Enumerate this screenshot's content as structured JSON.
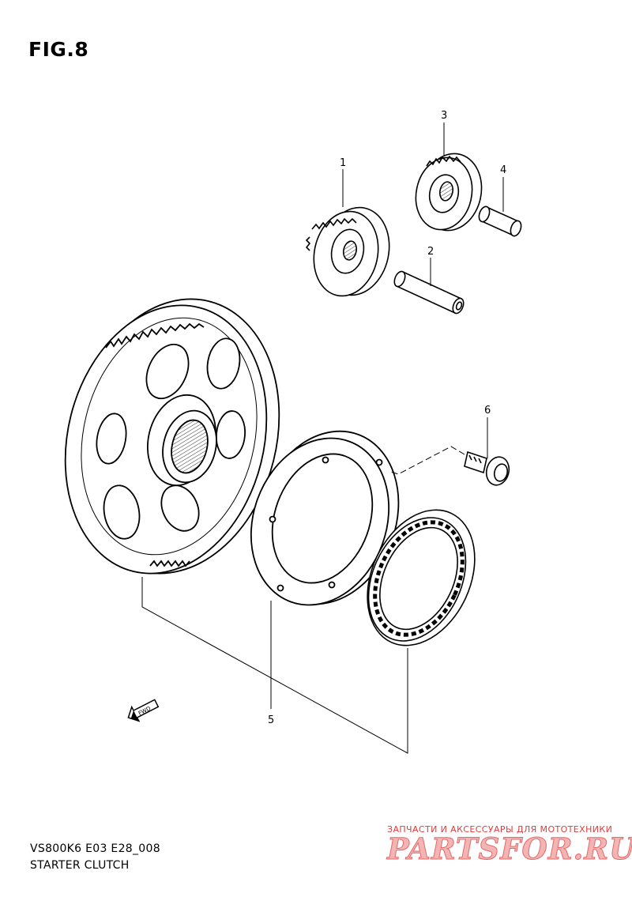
{
  "figure": {
    "title": "FIG.8",
    "model_code": "VS800K6 E03 E28_008",
    "section_name": "STARTER CLUTCH"
  },
  "callouts": [
    {
      "id": "1"
    },
    {
      "id": "2"
    },
    {
      "id": "3"
    },
    {
      "id": "4"
    },
    {
      "id": "5"
    },
    {
      "id": "6"
    }
  ],
  "direction_arrow": {
    "label": "FWD"
  },
  "watermark": {
    "tagline": "ЗАПЧАСТИ И АКСЕССУАРЫ ДЛЯ МОТОТЕХНИКИ",
    "logo": "PARTSFOR.RU"
  }
}
